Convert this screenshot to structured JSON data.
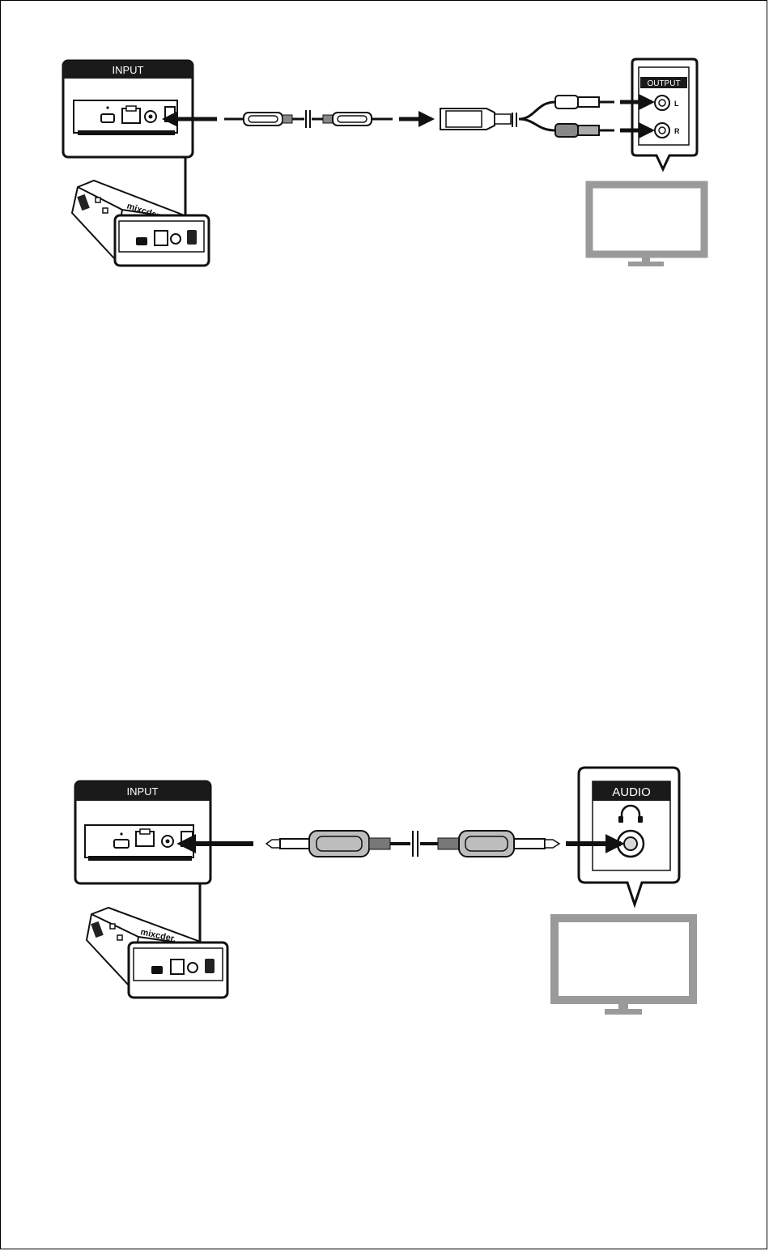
{
  "diagram_1": {
    "input_label": "INPUT",
    "brand": "mixcder.",
    "output_label": "OUTPUT",
    "channel_left": "L",
    "channel_right": "R"
  },
  "diagram_2": {
    "input_label": "INPUT",
    "brand": "mixcder.",
    "audio_label": "AUDIO"
  }
}
